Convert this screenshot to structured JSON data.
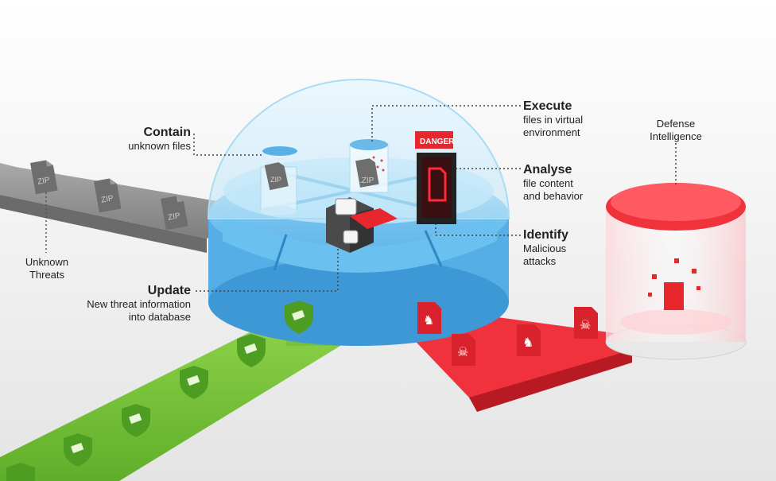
{
  "labels": {
    "contain": {
      "title": "Contain",
      "subtitle": "unknown files"
    },
    "execute": {
      "title": "Execute",
      "line1": "files in virtual",
      "line2": "environment"
    },
    "analyse": {
      "title": "Analyse",
      "line1": "file content",
      "line2": "and behavior"
    },
    "identify": {
      "title": "Identify",
      "line1": "Malicious",
      "line2": "attacks"
    },
    "update": {
      "title": "Update",
      "line1": "New threat information",
      "line2": "into database"
    },
    "unknown_threats": {
      "line1": "Unknown",
      "line2": "Threats"
    },
    "defense_intelligence": {
      "line1": "Defense",
      "line2": "Intelligence"
    }
  },
  "file_labels": {
    "zip": "ZIP",
    "zip_dotted": ".ZIP",
    "danger": "DANGER"
  },
  "icons": {
    "unknown_files": [
      "zip-file-icon",
      "zip-file-icon",
      "zip-file-icon"
    ],
    "safe_files": [
      "shield-icon",
      "shield-icon",
      "shield-icon",
      "shield-icon",
      "shield-icon",
      "shield-icon"
    ],
    "malicious_files": [
      "trojan-horse-icon",
      "skull-icon",
      "trojan-horse-icon",
      "skull-icon"
    ]
  },
  "colors": {
    "dome": "#8fd3f2",
    "sandbox_blue": "#4aa8e2",
    "safe_green": "#78c83c",
    "malicious_red": "#f0323c",
    "conveyor_gray": "#9a9a9a"
  }
}
